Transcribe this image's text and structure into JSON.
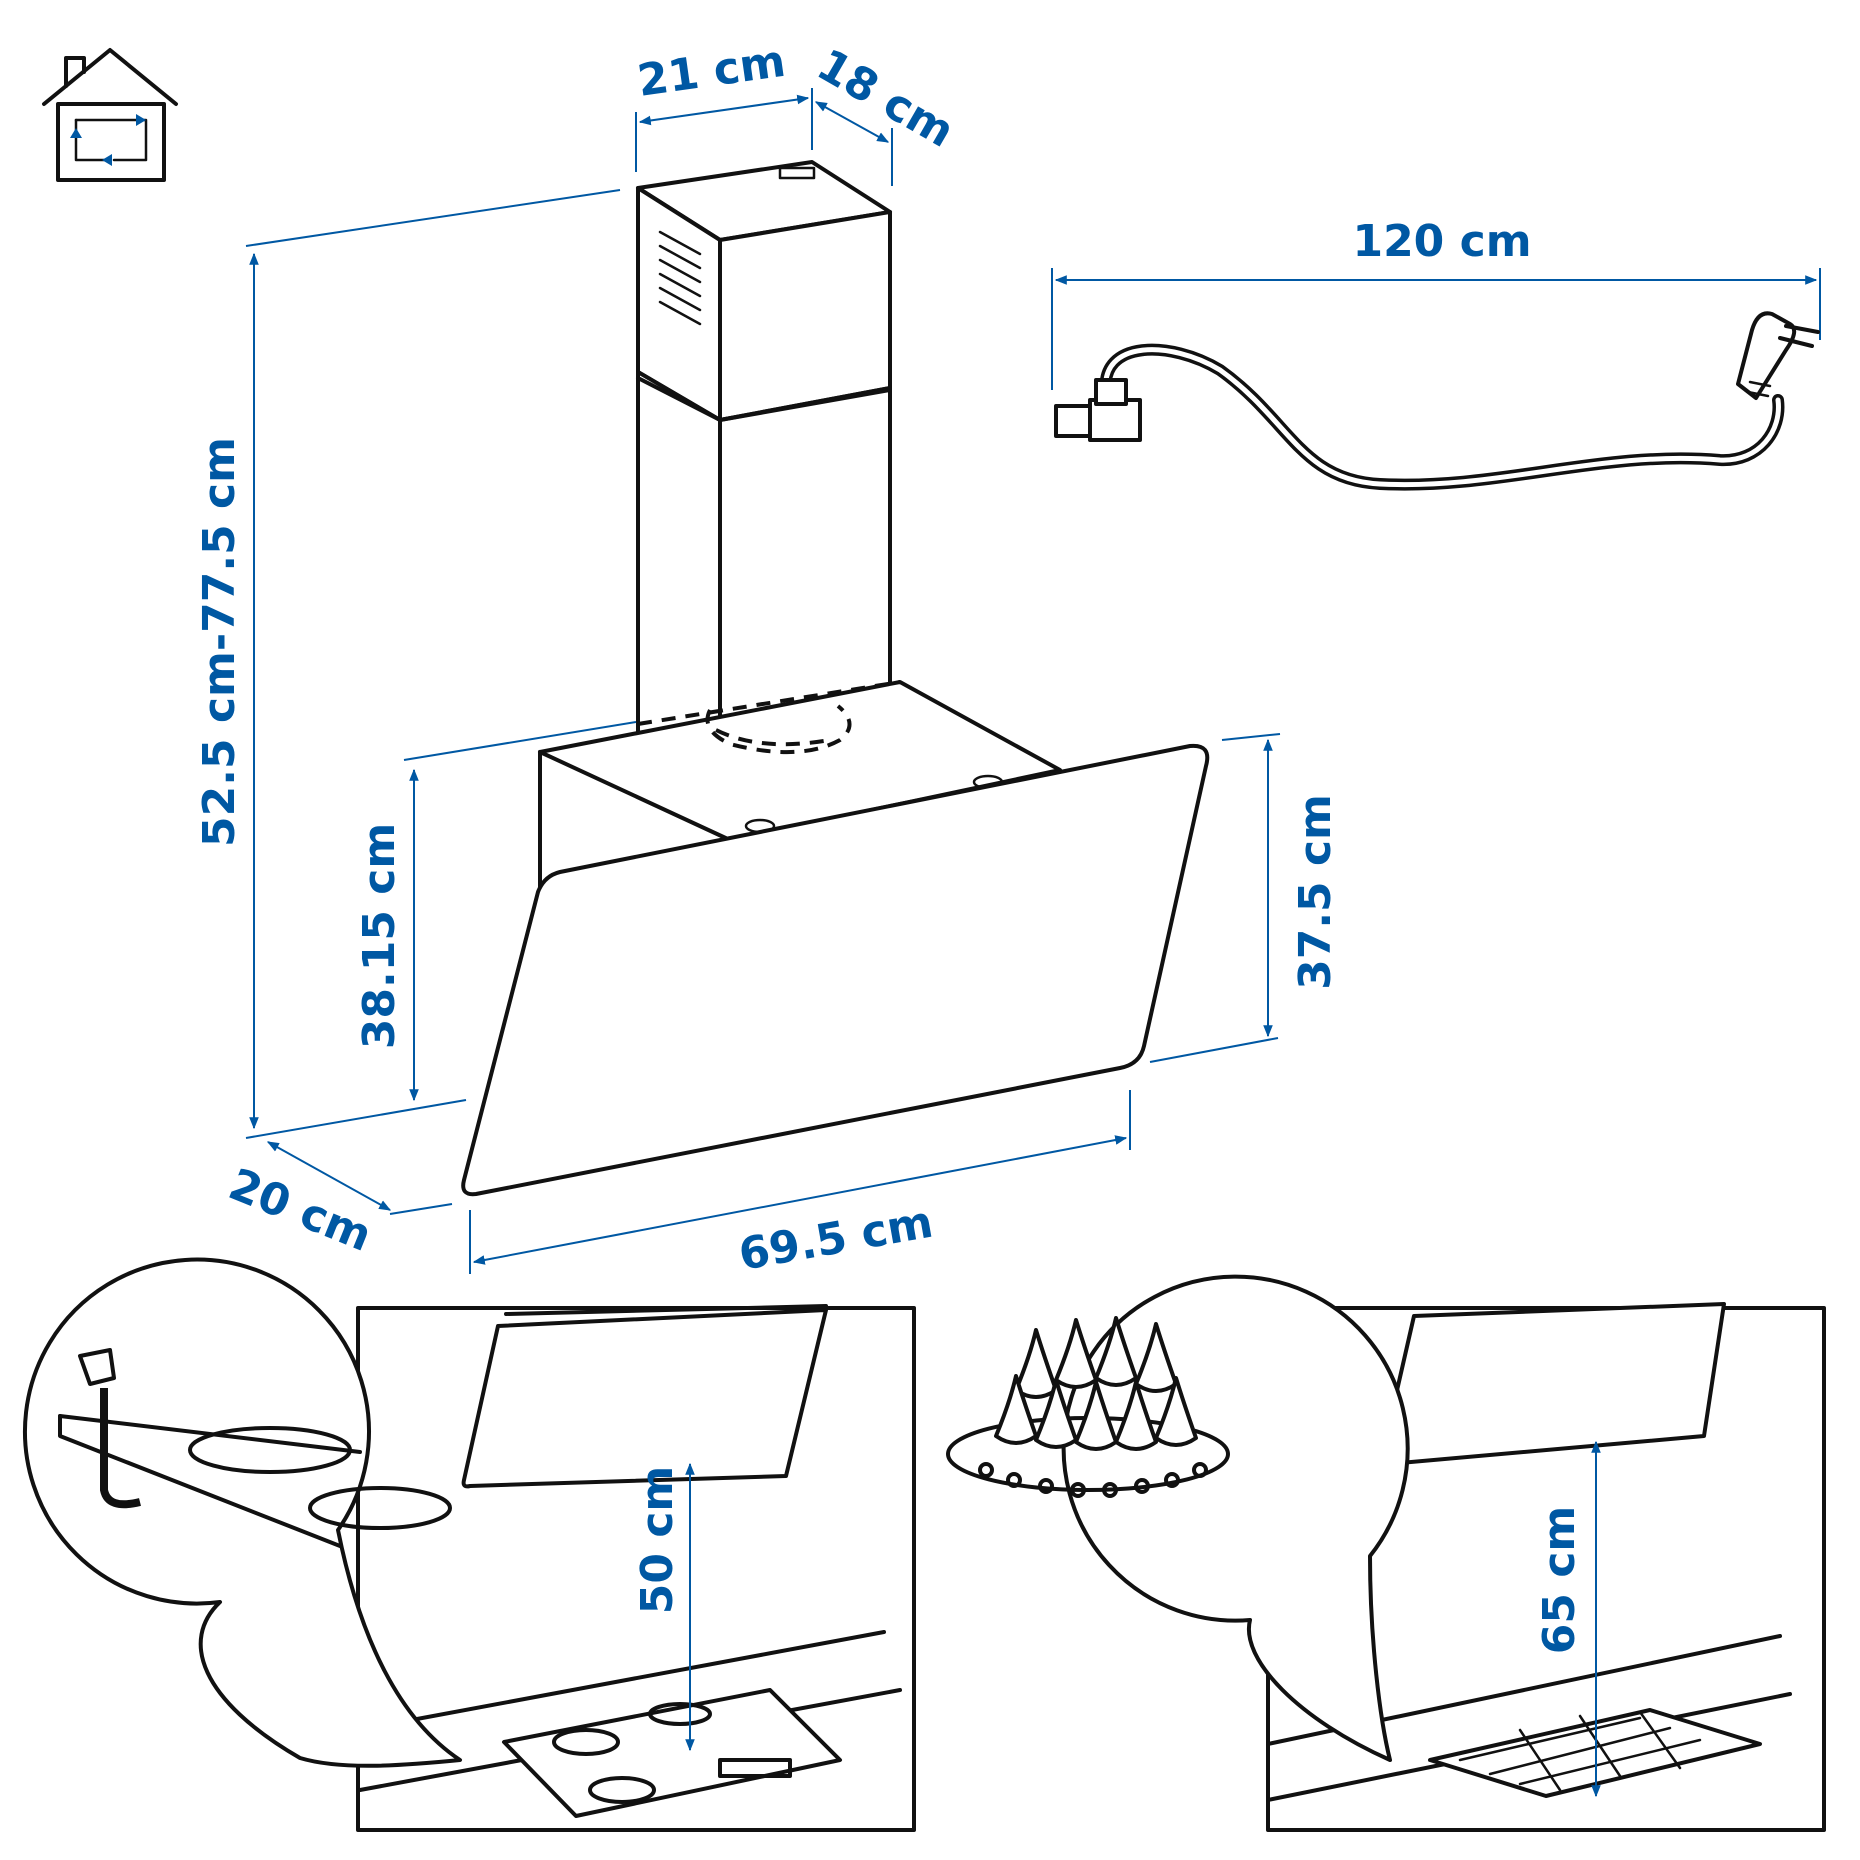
{
  "dimensions": {
    "chimney_width": "21 cm",
    "chimney_depth": "18 cm",
    "cable_length": "120 cm",
    "total_height": "52.5 cm-77.5 cm",
    "hood_height": "38.15 cm",
    "glass_height": "37.5 cm",
    "hood_depth": "20 cm",
    "hood_width": "69.5 cm",
    "distance_electric_hob": "50 cm",
    "distance_gas_hob": "65 cm"
  },
  "colors": {
    "dimension_blue": "#0058a3",
    "line_black": "#111111"
  },
  "icons": [
    "house-recirculation-icon",
    "power-cable-icon",
    "plug-icon",
    "gas-flame-icon"
  ]
}
